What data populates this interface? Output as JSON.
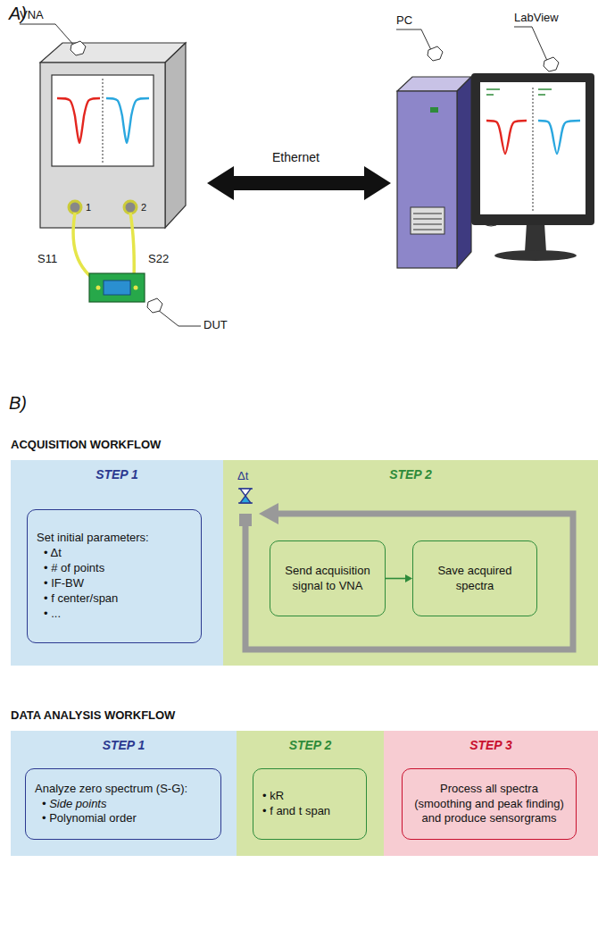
{
  "diagram": {
    "nodes": [
      {
        "text": [
          "STEP 1"
        ]
      },
      {
        "text": [
          "Set initial parameters:",
          "• Δt",
          "• # of points",
          "• IF-BW",
          "• f center/span",
          "• ..."
        ],
        "in": 0
      },
      {
        "text": [
          "STEP 2"
        ]
      },
      {
        "text": [
          "Send acquisition signal to VNA"
        ],
        "in": 2
      },
      {
        "text": [
          "Save acquired spectra"
        ],
        "in": 2
      },
      {
        "text": [
          "STEP 1"
        ]
      },
      {
        "text": [
          "Analyze zero spectrum (S-G):",
          "• Side points",
          "• Polynomial order"
        ],
        "in": 5
      },
      {
        "text": [
          "STEP 2"
        ]
      },
      {
        "text": [
          "• kR",
          "• f and t span"
        ],
        "in": 7
      },
      {
        "text": [
          "STEP 3"
        ]
      },
      {
        "text": [
          "Process all spectra (smoothing and peak finding) and produce sensorgrams"
        ],
        "in": 9
      }
    ],
    "edges": [
      {
        "from": 3,
        "to": 4,
        "arrow": "to"
      }
    ],
    "labels": [
      "A)",
      "VNA",
      "Ethernet",
      "PC",
      "LabView",
      "1",
      "2",
      "S11",
      "S22",
      "DUT",
      "B)",
      "ACQUISITION WORKFLOW",
      "Δt",
      "DATA ANALYSIS WORKFLOW"
    ]
  }
}
